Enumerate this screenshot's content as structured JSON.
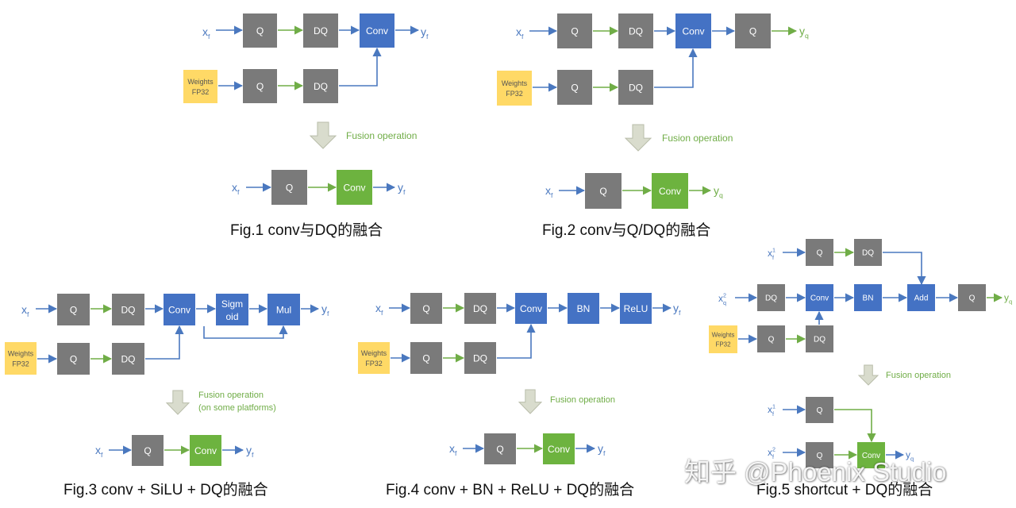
{
  "colors": {
    "gray": "#7a7a7a",
    "blue": "#4472c4",
    "green": "#6db33f",
    "yellow": "#ffd966",
    "arrow_blue": "#4a78bf",
    "arrow_green": "#70ad47",
    "fusion_arrow": "#d9dccd"
  },
  "labels": {
    "q": "Q",
    "dq": "DQ",
    "conv": "Conv",
    "bn": "BN",
    "relu": "ReLU",
    "sigmoid_1": "Sigm",
    "sigmoid_2": "oid",
    "mul": "Mul",
    "add": "Add",
    "weights_1": "Weights",
    "weights_2": "FP32",
    "fusion": "Fusion operation",
    "fusion_note": "(on some platforms)"
  },
  "vars": {
    "x": "x",
    "y": "y",
    "sub_f": "f",
    "sub_q": "q",
    "sup_1": "1",
    "sup_2": "2"
  },
  "captions": {
    "fig1": "Fig.1 conv与DQ的融合",
    "fig2": "Fig.2 conv与Q/DQ的融合",
    "fig3": "Fig.3 conv + SiLU + DQ的融合",
    "fig4": "Fig.4 conv + BN + ReLU + DQ的融合",
    "fig5": "Fig.5 shortcut + DQ的融合"
  },
  "watermark": "知乎 @Phoenix Studio"
}
